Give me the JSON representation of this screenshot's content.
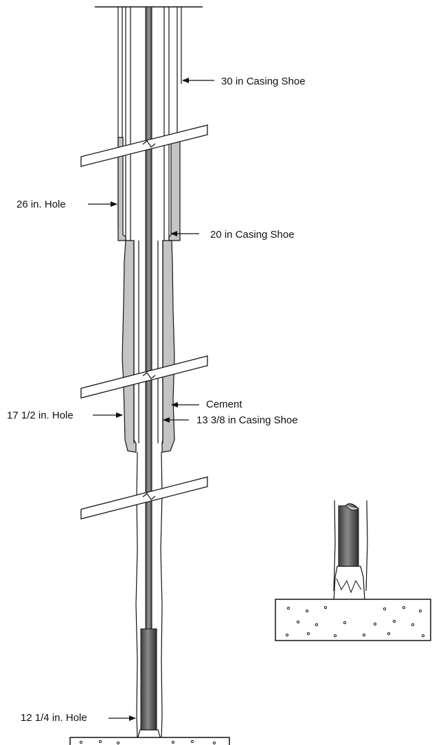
{
  "labels": {
    "casing_30_shoe": "30 in Casing Shoe",
    "hole_26": "26 in. Hole",
    "casing_20_shoe": "20 in Casing Shoe",
    "cement": "Cement",
    "hole_17_5": "17 1/2 in. Hole",
    "casing_13_375_shoe": "13 3/8 in Casing Shoe",
    "hole_12_25": "12 1/4 in. Hole"
  },
  "colors": {
    "line": "#111111",
    "cement": "#c4c4c4",
    "collar": "#555555",
    "background": "#ffffff"
  }
}
